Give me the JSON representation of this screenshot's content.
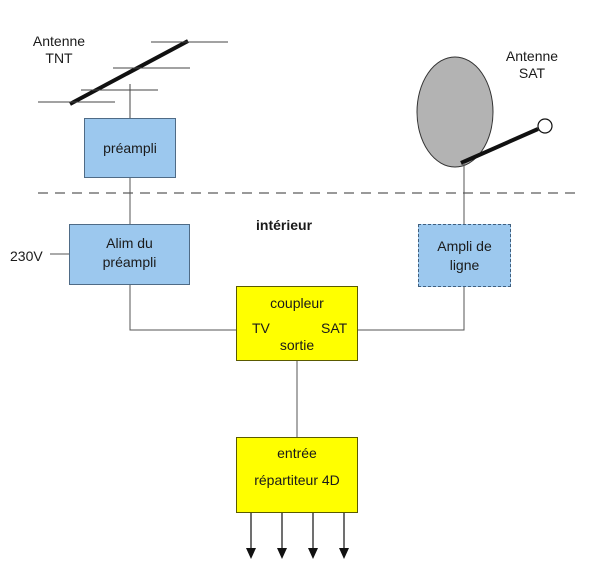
{
  "labels": {
    "antenne_tnt_line1": "Antenne",
    "antenne_tnt_line2": "TNT",
    "antenne_sat_line1": "Antenne",
    "antenne_sat_line2": "SAT",
    "interieur": "intérieur",
    "v230": "230V"
  },
  "boxes": {
    "preampli": "préampli",
    "alim_line1": "Alim du",
    "alim_line2": "préampli",
    "ampli_line1": "Ampli de",
    "ampli_line2": "ligne",
    "coupleur_title": "coupleur",
    "coupleur_tv": "TV",
    "coupleur_sat": "SAT",
    "coupleur_sortie": "sortie",
    "repartiteur_entree": "entrée",
    "repartiteur_name": "répartiteur 4D"
  },
  "colors": {
    "box_blue": "#9cc8ee",
    "box_yellow": "#ffff00",
    "dish_gray": "#b3b3b3"
  },
  "icons": {
    "tnt_antenna": "yagi-antenna-icon",
    "sat_antenna": "satellite-dish-icon",
    "outputs": "arrow-down-icon"
  }
}
